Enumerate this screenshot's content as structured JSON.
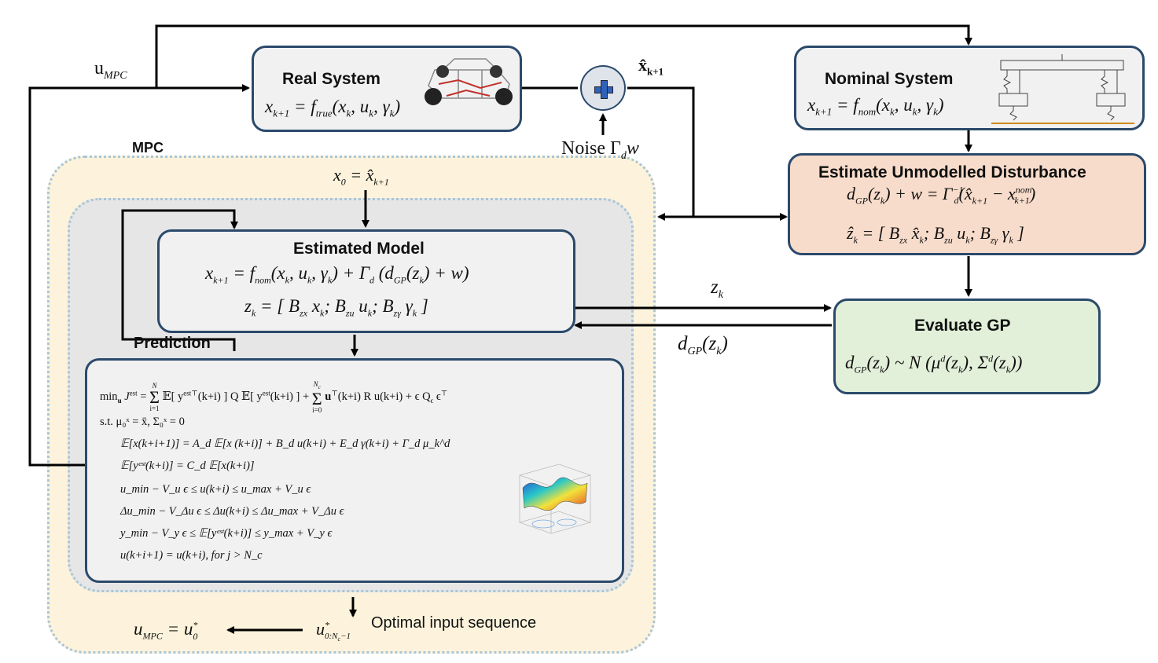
{
  "labels": {
    "u_mpc_top": "u",
    "u_mpc_top_sub": "MPC",
    "mpc": "MPC",
    "noise": "Noise Γ",
    "noise_sub": "d",
    "noise_w": "w",
    "xhat_k1": "x̂",
    "xhat_k1_sub": "k+1",
    "x0": "x",
    "x0_sub": "0",
    "x0_rhs": " = x̂",
    "x0_rhs_sub": "k+1",
    "zk_arrow": "z",
    "zk_arrow_sub": "k",
    "dgp_arrow": "d",
    "dgp_arrow_sub": "GP",
    "dgp_arrow_arg": "(z",
    "dgp_arrow_arg_sub": "k",
    "dgp_arrow_close": ")",
    "prediction": "Prediction",
    "optimal_seq": "Optimal input sequence",
    "umpc_final": "u",
    "umpc_final_sub": "MPC",
    "umpc_final_rhs": " = u",
    "umpc_final_rhs_sup": "*",
    "umpc_final_rhs_sub": "0",
    "u_seq": "u",
    "u_seq_sup": "*",
    "u_seq_sub": "0:N",
    "u_seq_sub2": "c",
    "u_seq_tail": "−1"
  },
  "real_system": {
    "title": "Real System",
    "equation": "x",
    "eq_sub": "k+1",
    "eq_rhs": " = f",
    "eq_rhs_sub": "true",
    "eq_args": "(x",
    "eq_args_sub1": "k",
    "eq_args_mid": ", u",
    "eq_args_sub2": "k",
    "eq_args_mid2": ", γ",
    "eq_args_sub3": "k",
    "eq_args_end": ")"
  },
  "nominal_system": {
    "title": "Nominal System",
    "eq_x": "x",
    "eq_sub": "k+1",
    "eq_rhs": " = f",
    "eq_rhs_sub": "nom",
    "eq_args": "(x",
    "eq_args_sub1": "k",
    "eq_args_mid": ", u",
    "eq_args_sub2": "k",
    "eq_args_mid2": ", γ",
    "eq_args_sub3": "k",
    "eq_args_end": ")"
  },
  "disturbance": {
    "title": "Estimate Unmodelled Disturbance",
    "eq1_a": "d",
    "eq1_a_sub": "GP",
    "eq1_b": "(z",
    "eq1_b_sub": "k",
    "eq1_c": ") + w = Γ",
    "eq1_c_sup": "−1",
    "eq1_c_sub": "d",
    "eq1_d": "(x̂",
    "eq1_d_sub": "k+1",
    "eq1_e": " − x",
    "eq1_e_sup": "nom",
    "eq1_e_sub": "k+1",
    "eq1_f": ")",
    "eq2_a": "ẑ",
    "eq2_a_sub": "k",
    "eq2_b": " = [ B",
    "eq2_b_sub": "zx",
    "eq2_c": " x̂",
    "eq2_c_sub": "k",
    "eq2_d": "; B",
    "eq2_d_sub": "zu",
    "eq2_e": " u",
    "eq2_e_sub": "k",
    "eq2_f": "; B",
    "eq2_f_sub": "zγ",
    "eq2_g": " γ",
    "eq2_g_sub": "k",
    "eq2_h": " ]"
  },
  "estimated_model": {
    "title": "Estimated Model",
    "eq1": "x",
    "eq1_sub": "k+1",
    "eq1_b": " = f",
    "eq1_b_sub": "nom",
    "eq1_c": "(x",
    "eq1_c_sub": "k",
    "eq1_d": ", u",
    "eq1_d_sub": "k",
    "eq1_e": ", γ",
    "eq1_e_sub": "k",
    "eq1_f": ") + Γ",
    "eq1_f_sub": "d",
    "eq1_g": " (d",
    "eq1_g_sub": "GP",
    "eq1_h": "(z",
    "eq1_h_sub": "k",
    "eq1_i": ") + w)",
    "eq2": "z",
    "eq2_sub": "k",
    "eq2_b": " = [ B",
    "eq2_b_sub": "zx",
    "eq2_c": " x",
    "eq2_c_sub": "k",
    "eq2_d": "; B",
    "eq2_d_sub": "zu",
    "eq2_e": " u",
    "eq2_e_sub": "k",
    "eq2_f": "; B",
    "eq2_f_sub": "zγ",
    "eq2_g": " γ",
    "eq2_g_sub": "k",
    "eq2_h": " ]"
  },
  "evaluate_gp": {
    "title": "Evaluate GP",
    "eq_a": "d",
    "eq_a_sub": "GP",
    "eq_b": "(z",
    "eq_b_sub": "k",
    "eq_c": ") ~ N (μ",
    "eq_c_sup": "d",
    "eq_d": "(z",
    "eq_d_sub": "k",
    "eq_e": "), Σ",
    "eq_e_sup": "d",
    "eq_f": "(z",
    "eq_f_sub": "k",
    "eq_g": "))"
  },
  "optimization": {
    "lines": [
      "min",
      "s.t. μ₀ˣ = x̄, Σ₀ˣ = 0",
      "𝔼[x(k+i+1)] = A_d 𝔼[x (k+i)] + B_d u(k+i) + E_d γ(k+i) + Γ_d μ_k^d",
      "𝔼[yᵉˢᵗ(k+i)] = C_d 𝔼[x(k+i)]",
      "u_min − V_u ϵ ≤ u(k+i) ≤ u_max + V_u ϵ",
      "Δu_min − V_Δu ϵ ≤ Δu(k+i) ≤ Δu_max + V_Δu ϵ",
      "y_min − V_y ϵ ≤ 𝔼[yᵉˢᵗ(k+i)] ≤ y_max + V_y ϵ",
      "u(k+i+1) = u(k+i), for j > N_c"
    ],
    "obj_min": "min",
    "obj_min_sub": "u",
    "obj_J": " J",
    "obj_J_sup": "est",
    "obj_eq": " = ",
    "obj_sum1_top": "N",
    "obj_sum1_bot": "i=1",
    "obj_term1": " 𝔼[ y",
    "obj_term1_sup": "est⊤",
    "obj_term1b": "(k+i) ] Q 𝔼[ y",
    "obj_term1b_sup": "est",
    "obj_term1c": "(k+i) ] + ",
    "obj_sum2_top": "N",
    "obj_sum2_top_sub": "c",
    "obj_sum2_bot": "i=0",
    "obj_term2": " u",
    "obj_term2_sup": "⊤",
    "obj_term2b": "(k+i) R u(k+i) + ϵ Q",
    "obj_term2b_sub": "ϵ",
    "obj_term2c": " ϵ",
    "obj_term2c_sup": "⊤"
  }
}
